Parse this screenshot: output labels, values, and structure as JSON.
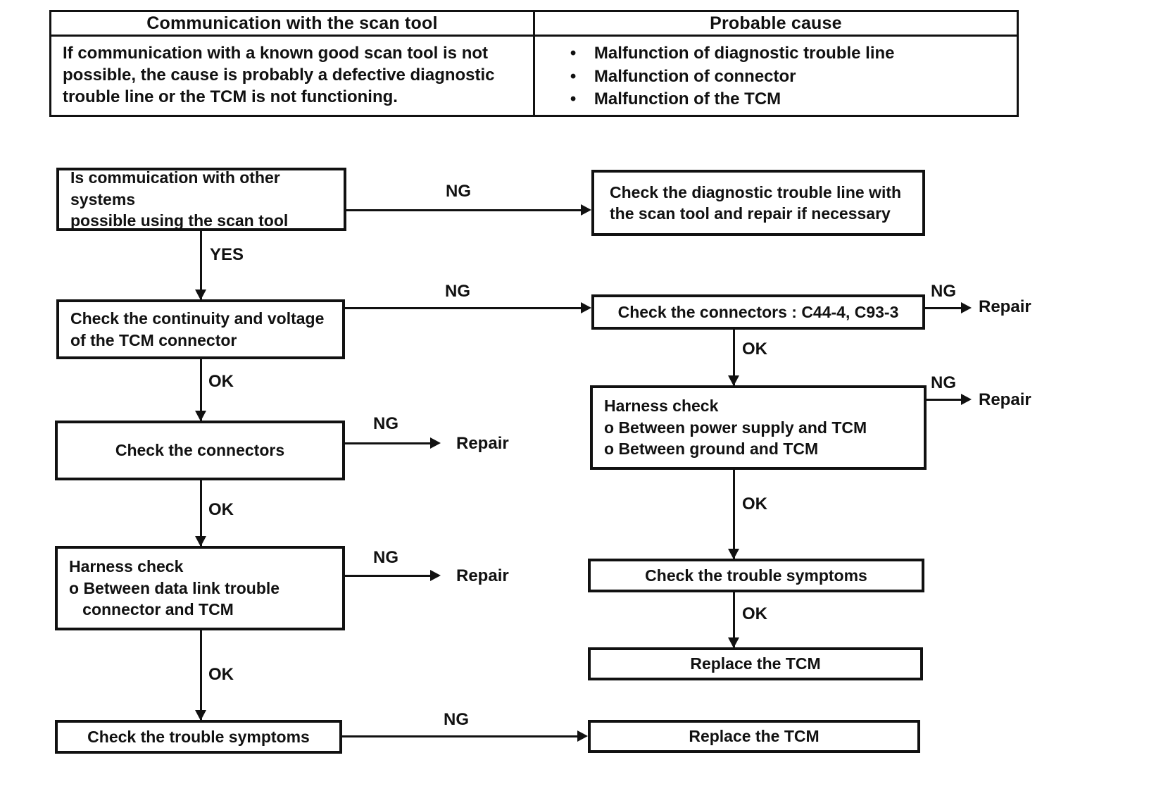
{
  "table": {
    "col1_header": "Communication with the scan tool",
    "col2_header": "Probable cause",
    "bullet": "•",
    "symptom": "If communication with a known good scan tool is not\npossible, the cause is probably a defective diagnostic\ntrouble line or the TCM is not functioning.",
    "causes": [
      "Malfunction of diagnostic trouble line",
      "Malfunction of connector",
      "Malfunction of the TCM"
    ]
  },
  "labels": {
    "yes": "YES",
    "ng": "NG",
    "ok": "OK",
    "repair": "Repair"
  },
  "nodes": {
    "l1": {
      "text": "Is commuication with other systems\npossible using the scan tool"
    },
    "l2": {
      "text": "Check the continuity and voltage\nof the TCM connector"
    },
    "l3": {
      "text": "Check the connectors"
    },
    "l4": {
      "text": "Harness check\no Between data link trouble\n   connector and TCM"
    },
    "l5": {
      "text": "Check the trouble symptoms"
    },
    "r1": {
      "text": "Check the diagnostic trouble line with\nthe scan tool and repair if necessary"
    },
    "r2": {
      "text": "Check the connectors : C44-4, C93-3"
    },
    "r3": {
      "text": "Harness check\no Between power supply and TCM\no Between ground and TCM"
    },
    "r4": {
      "text": "Check the trouble symptoms"
    },
    "r5": {
      "text": "Replace the TCM"
    },
    "r6": {
      "text": "Replace the TCM"
    }
  },
  "colors": {
    "ink": "#111111",
    "paper": "#ffffff"
  }
}
